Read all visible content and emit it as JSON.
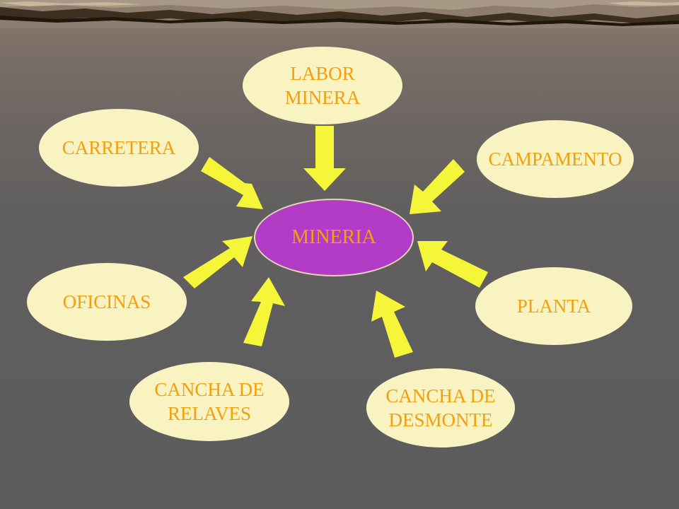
{
  "diagram": {
    "center": {
      "label": "MINERIA"
    },
    "nodes": {
      "labor_minera": "LABOR\nMINERA",
      "carretera": "CARRETERA",
      "campamento": "CAMPAMENTO",
      "oficinas": "OFICINAS",
      "planta": "PLANTA",
      "cancha_relaves": "CANCHA DE\nRELAVES",
      "cancha_desmonte": "CANCHA DE\nDESMONTE"
    }
  },
  "colors": {
    "background": "#5c5c5c",
    "node_fill": "#f9f3c2",
    "node_text": "#f2a00d",
    "center_fill": "#b33cc6",
    "arrow": "#f5f53a",
    "header_band": "#4a3a26"
  }
}
